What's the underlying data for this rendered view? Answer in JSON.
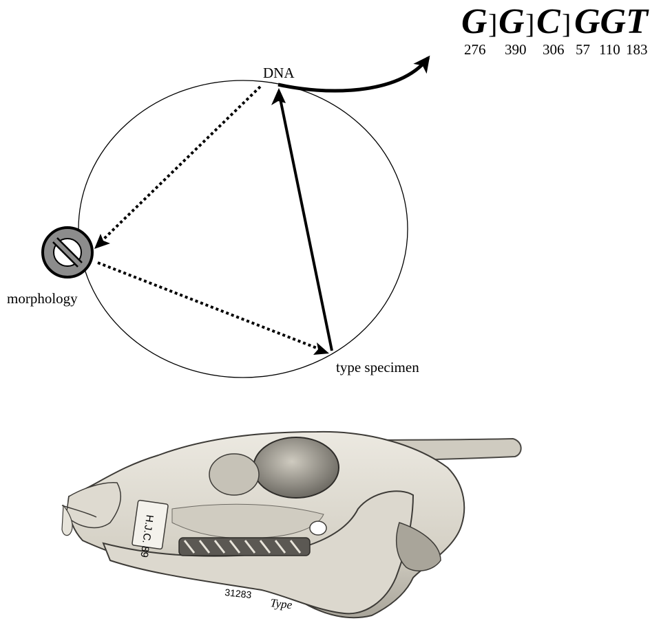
{
  "sequence": {
    "letters": [
      "G",
      "G",
      "C",
      "GGT"
    ],
    "separator": "]",
    "positions": [
      "276",
      "390",
      "306",
      "57",
      "110",
      "183"
    ]
  },
  "nodes": {
    "dna": "DNA",
    "morphology": "morphology",
    "type_specimen": "type specimen"
  },
  "specimen_labels": {
    "tag_text": "H.J.C. 89",
    "catalog_number": "31283",
    "type_mark": "Type"
  },
  "icons": {
    "morphology": "prohibited-icon"
  },
  "colors": {
    "line": "#000000",
    "prohibited_fill": "#8c8c8c",
    "bone_light": "#e6e3da",
    "bone_mid": "#b9b5a9",
    "bone_dark": "#4a4844"
  }
}
